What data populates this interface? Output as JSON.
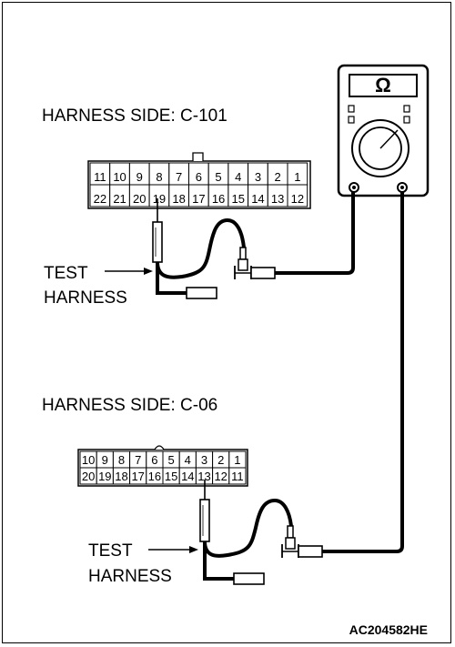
{
  "connector_c101": {
    "label": "HARNESS SIDE: C-101",
    "top_row": [
      "11",
      "10",
      "9",
      "8",
      "7",
      "6",
      "5",
      "4",
      "3",
      "2",
      "1"
    ],
    "bottom_row": [
      "22",
      "21",
      "20",
      "19",
      "18",
      "17",
      "16",
      "15",
      "14",
      "13",
      "12"
    ]
  },
  "connector_c06": {
    "label": "HARNESS SIDE: C-06",
    "top_row": [
      "10",
      "9",
      "8",
      "7",
      "6",
      "5",
      "4",
      "3",
      "2",
      "1"
    ],
    "bottom_row": [
      "20",
      "19",
      "18",
      "17",
      "16",
      "15",
      "14",
      "13",
      "12",
      "11"
    ]
  },
  "test_harness_1": {
    "line1": "TEST",
    "line2": "HARNESS"
  },
  "test_harness_2": {
    "line1": "TEST",
    "line2": "HARNESS"
  },
  "meter": {
    "symbol": "Ω",
    "icon": "ohmmeter-icon"
  },
  "figure_code": "AC204582HE"
}
